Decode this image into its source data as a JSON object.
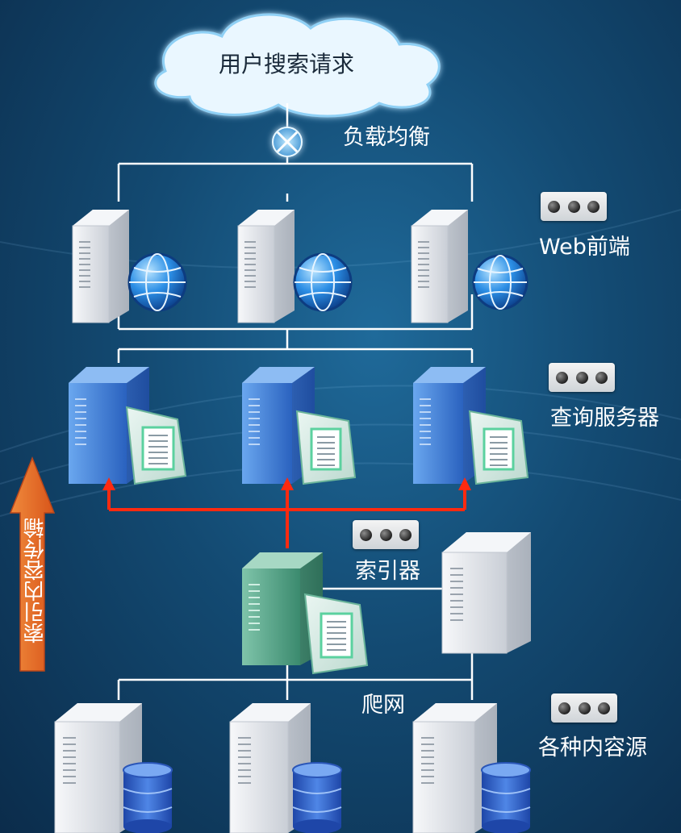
{
  "cloud": {
    "label": "用户搜索请求"
  },
  "load_balancer": {
    "label": "负载均衡"
  },
  "tiers": {
    "web_frontend": {
      "label": "Web前端"
    },
    "query_servers": {
      "label": "查询服务器"
    },
    "indexer": {
      "label": "索引器"
    },
    "crawler": {
      "label": "爬网"
    },
    "content_sources": {
      "label": "各种内容源"
    }
  },
  "side_arrow": {
    "label": "索引内容传输",
    "color": "#e8661c"
  },
  "colors": {
    "connector": "#ffffff",
    "index_push": "#ff2a10",
    "web_server": "#e6e9ee",
    "query_server": "#3d7fd6",
    "indexer_server": "#4f9a80",
    "globe": "#2c8fe6",
    "database": "#2d5fc8"
  }
}
